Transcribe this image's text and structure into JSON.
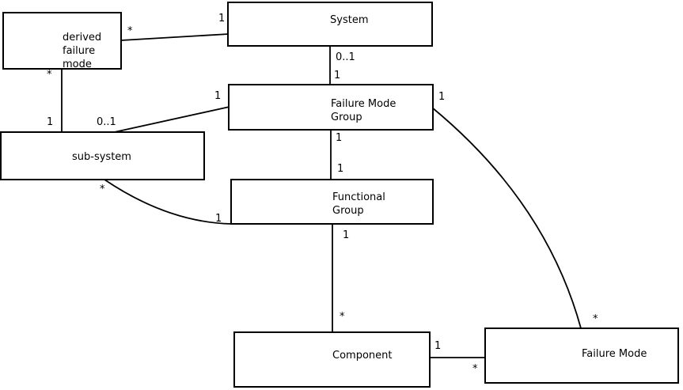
{
  "nodes": {
    "derived_failure_mode": {
      "lines": [
        "derived",
        "failure",
        "mode"
      ]
    },
    "system": {
      "lines": [
        "System"
      ]
    },
    "failure_mode_group": {
      "lines": [
        "Failure Mode",
        "Group"
      ]
    },
    "sub_system": {
      "lines": [
        "sub-system"
      ]
    },
    "functional_group": {
      "lines": [
        "Functional",
        "Group"
      ]
    },
    "component": {
      "lines": [
        "Component"
      ]
    },
    "failure_mode": {
      "lines": [
        "Failure Mode"
      ]
    }
  },
  "relations": {
    "derived_failure_mode__system": {
      "from_label": "*",
      "to_label": "1"
    },
    "derived_failure_mode__sub_system": {
      "from_label": "*",
      "to_label": "1"
    },
    "sub_system__failure_mode_group": {
      "from_label": "0..1",
      "to_label": "1"
    },
    "system__failure_mode_group": {
      "from_label": "0..1",
      "to_label": "1"
    },
    "failure_mode_group__functional_group": {
      "from_label": "1",
      "to_label": "1"
    },
    "sub_system__functional_group": {
      "from_label": "*",
      "to_label": "1"
    },
    "functional_group__component": {
      "from_label": "1",
      "to_label": "*"
    },
    "failure_mode_group__failure_mode": {
      "from_label": "1",
      "to_label": "*"
    },
    "component__failure_mode": {
      "from_label": "1",
      "to_label": "*"
    }
  },
  "colors": {
    "background": "#ffffff",
    "line": "#000000",
    "text": "#000000",
    "box_fill": "#ffffff"
  }
}
